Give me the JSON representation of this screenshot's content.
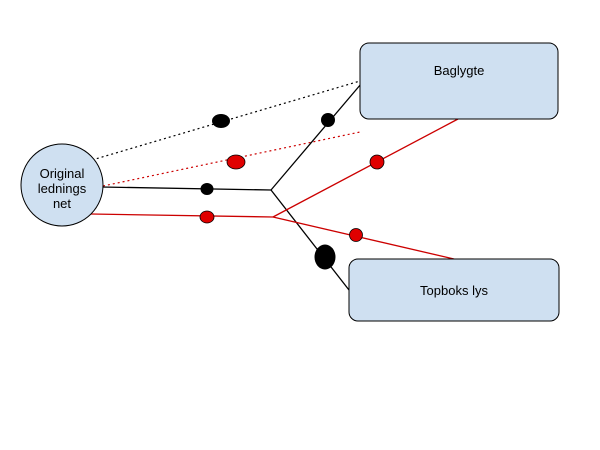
{
  "nodes": {
    "source": {
      "lines": [
        "Original",
        "lednings",
        "net"
      ]
    },
    "tail_light": {
      "label": "Baglygte"
    },
    "topbox_light": {
      "label": "Topboks lys"
    }
  },
  "colors": {
    "black_wire": "#000000",
    "red_wire": "#cc0000",
    "red_dot": "#e00000",
    "node_fill": "#cfe0f1",
    "node_stroke": "#000000"
  },
  "wires": [
    {
      "name": "dotted-black-wire",
      "color": "black",
      "style": "dotted"
    },
    {
      "name": "dotted-red-wire",
      "color": "red",
      "style": "dotted"
    },
    {
      "name": "solid-black-wire",
      "color": "black",
      "style": "solid"
    },
    {
      "name": "solid-red-wire",
      "color": "red",
      "style": "solid"
    }
  ]
}
